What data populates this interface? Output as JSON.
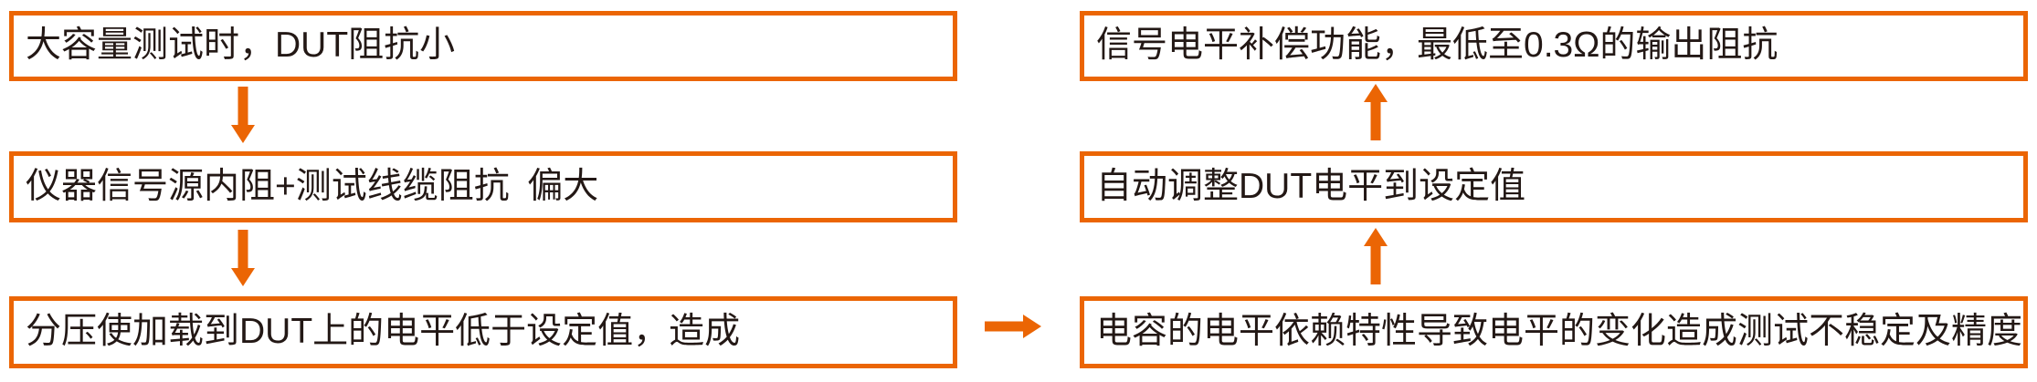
{
  "colors": {
    "accent": "#EB6504",
    "text": "#231815",
    "background": "#FFFFFF"
  },
  "flowchart": {
    "problem_column": {
      "boxes": [
        {
          "text": "大容量测试时，DUT阻抗小"
        },
        {
          "text": "仪器信号源内阻+测试线缆阻抗 偏大"
        },
        {
          "text": "分压使加载到DUT上的电平低于设定值，造成"
        }
      ]
    },
    "solution_column": {
      "boxes": [
        {
          "text": "信号电平补偿功能，最低至0.3Ω的输出阻抗"
        },
        {
          "text": "自动调整DUT电平到设定值"
        },
        {
          "text": "电容的电平依赖特性导致电平的变化造成测试不稳定及精度差"
        }
      ]
    },
    "arrows": [
      {
        "icon": "down-arrow-icon",
        "from": "problem-box-1",
        "to": "problem-box-2"
      },
      {
        "icon": "down-arrow-icon",
        "from": "problem-box-2",
        "to": "problem-box-3"
      },
      {
        "icon": "right-arrow-icon",
        "from": "problem-box-3",
        "to": "solution-box-3"
      },
      {
        "icon": "up-arrow-icon",
        "from": "solution-box-3",
        "to": "solution-box-2"
      },
      {
        "icon": "up-arrow-icon",
        "from": "solution-box-2",
        "to": "solution-box-1"
      }
    ]
  }
}
